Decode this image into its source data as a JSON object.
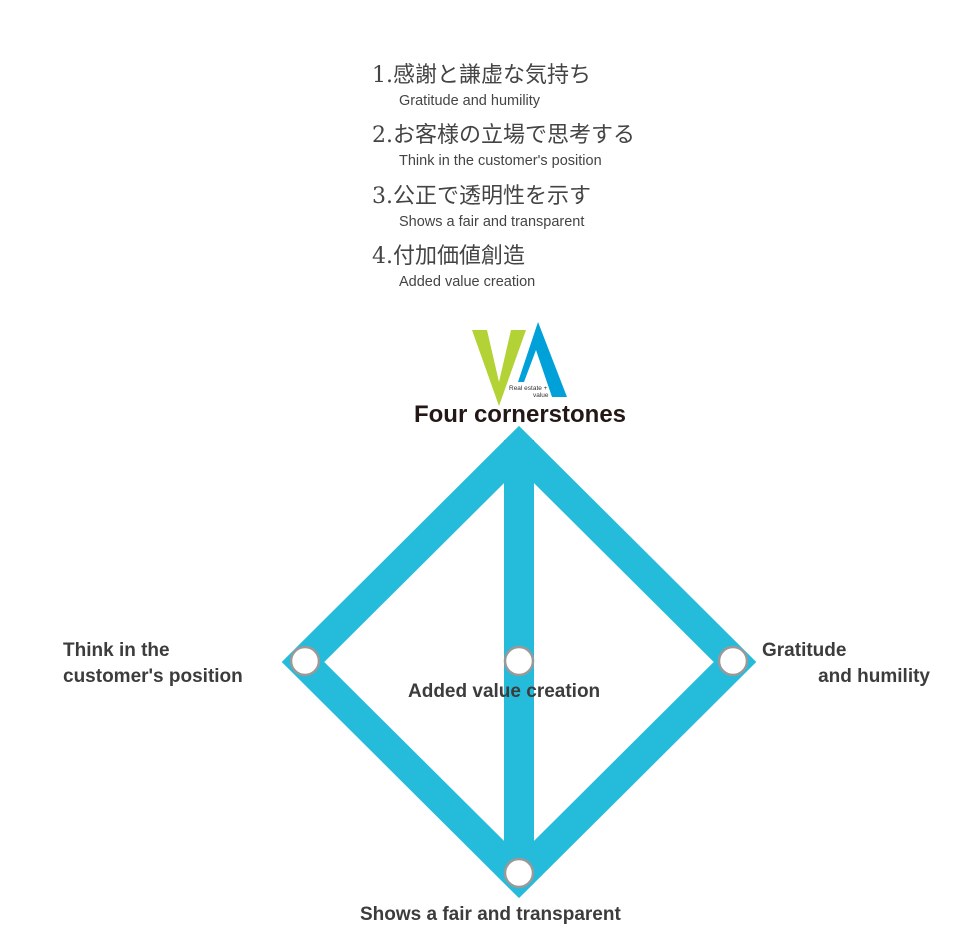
{
  "principles": [
    {
      "jp": "1.感謝と謙虚な気持ち",
      "en": "Gratitude and humility"
    },
    {
      "jp": "2.お客様の立場で思考する",
      "en": "Think in the customer's position"
    },
    {
      "jp": "3.公正で透明性を示す",
      "en": "Shows a fair and transparent"
    },
    {
      "jp": "4.付加価値創造",
      "en": "Added value creation"
    }
  ],
  "logo": {
    "text": "Real estate + value",
    "green": "#b2d235",
    "blue": "#00a0d9"
  },
  "title": "Four cornerstones",
  "diagram": {
    "color": "#25bcdc",
    "left_label": [
      "Think in the",
      "customer's position"
    ],
    "right_label": [
      "Gratitude",
      "and humility"
    ],
    "center_label": "Added value creation",
    "bottom_label": "Shows a fair and transparent"
  }
}
